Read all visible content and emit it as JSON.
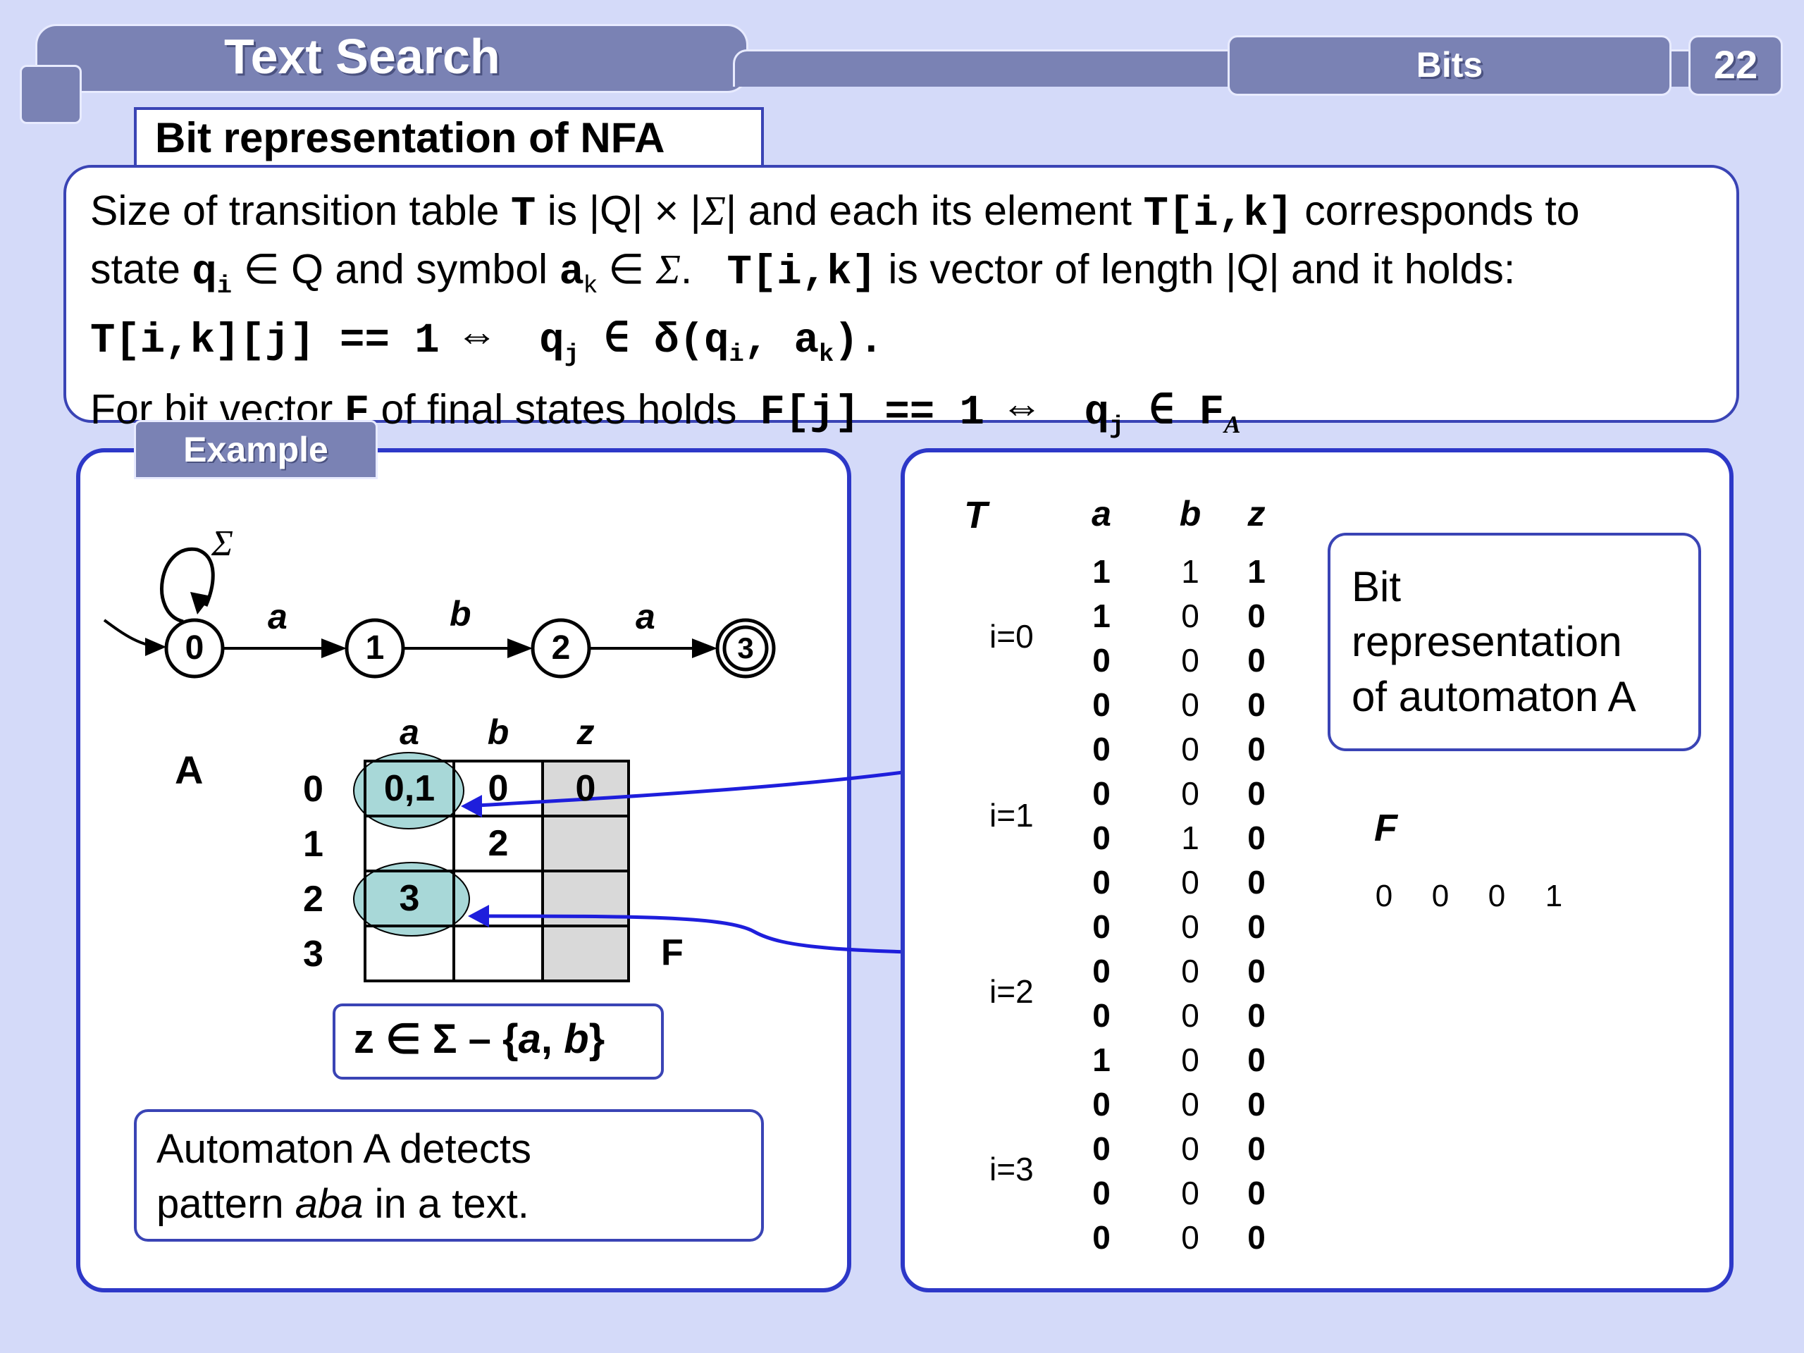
{
  "header": {
    "title": "Text Search",
    "section": "Bits",
    "page_number": "22"
  },
  "subtitle": "Bit representation of NFA",
  "definition": {
    "line1": [
      "Size of transition table ",
      "T",
      " is |Q| × |",
      "Σ",
      "| and each its element ",
      "T[i,k]",
      " corresponds to"
    ],
    "line2": [
      "state ",
      "q",
      "i",
      " ∈ Q and symbol ",
      "a",
      "k",
      " ∈ ",
      "Σ",
      ".   ",
      "T[i,k]",
      "  is vector of length |Q| and it holds:"
    ],
    "line3": [
      "T[i,k][j] == 1 ⇔  q",
      "j",
      " ∈ δ(q",
      "i",
      ", a",
      "k",
      ")."
    ],
    "line4": [
      "For bit vector ",
      "F",
      " of final states holds  ",
      "F[j] == 1 ⇔  q",
      "j",
      " ∈ F",
      "A"
    ]
  },
  "example": {
    "tab": "Example",
    "sigma_label": "Σ",
    "states": [
      "0",
      "1",
      "2",
      "3"
    ],
    "transitions": [
      "a",
      "b",
      "a"
    ],
    "automaton_label": "A",
    "table_headers": [
      "a",
      "b",
      "z"
    ],
    "row_labels": [
      "0",
      "1",
      "2",
      "3"
    ],
    "rows": [
      [
        "0,1",
        "0",
        "0"
      ],
      [
        "",
        "2",
        ""
      ],
      [
        "3",
        "",
        ""
      ],
      [
        "",
        "",
        ""
      ]
    ],
    "final_label": "F",
    "z_def": [
      "z ∈ Σ – {",
      "a",
      ", ",
      "b",
      "}"
    ],
    "note": [
      "Automaton A detects",
      "pattern ",
      "aba",
      " in a text."
    ]
  },
  "bits": {
    "t_label": "T",
    "headers": [
      "a",
      "b",
      "z"
    ],
    "groups": [
      "i=0",
      "i=1",
      "i=2",
      "i=3"
    ],
    "col_a": [
      "1",
      "1",
      "0",
      "0",
      "0",
      "0",
      "0",
      "0",
      "0",
      "0",
      "0",
      "1",
      "0",
      "0",
      "0",
      "0"
    ],
    "col_b": [
      "1",
      "0",
      "0",
      "0",
      "0",
      "0",
      "1",
      "0",
      "0",
      "0",
      "0",
      "0",
      "0",
      "0",
      "0",
      "0"
    ],
    "col_z": [
      "1",
      "0",
      "0",
      "0",
      "0",
      "0",
      "0",
      "0",
      "0",
      "0",
      "0",
      "0",
      "0",
      "0",
      "0",
      "0"
    ],
    "caption": [
      "Bit",
      "representation",
      "of automaton A"
    ],
    "f_label": "F",
    "f_vector": [
      "0",
      "0",
      "0",
      "1"
    ]
  },
  "colors": {
    "background": "#d4daf9",
    "header": "#7a82b4",
    "panel_border": "#2d38c8",
    "highlight": "#a8d8d8",
    "shade": "#d9d9d9"
  }
}
